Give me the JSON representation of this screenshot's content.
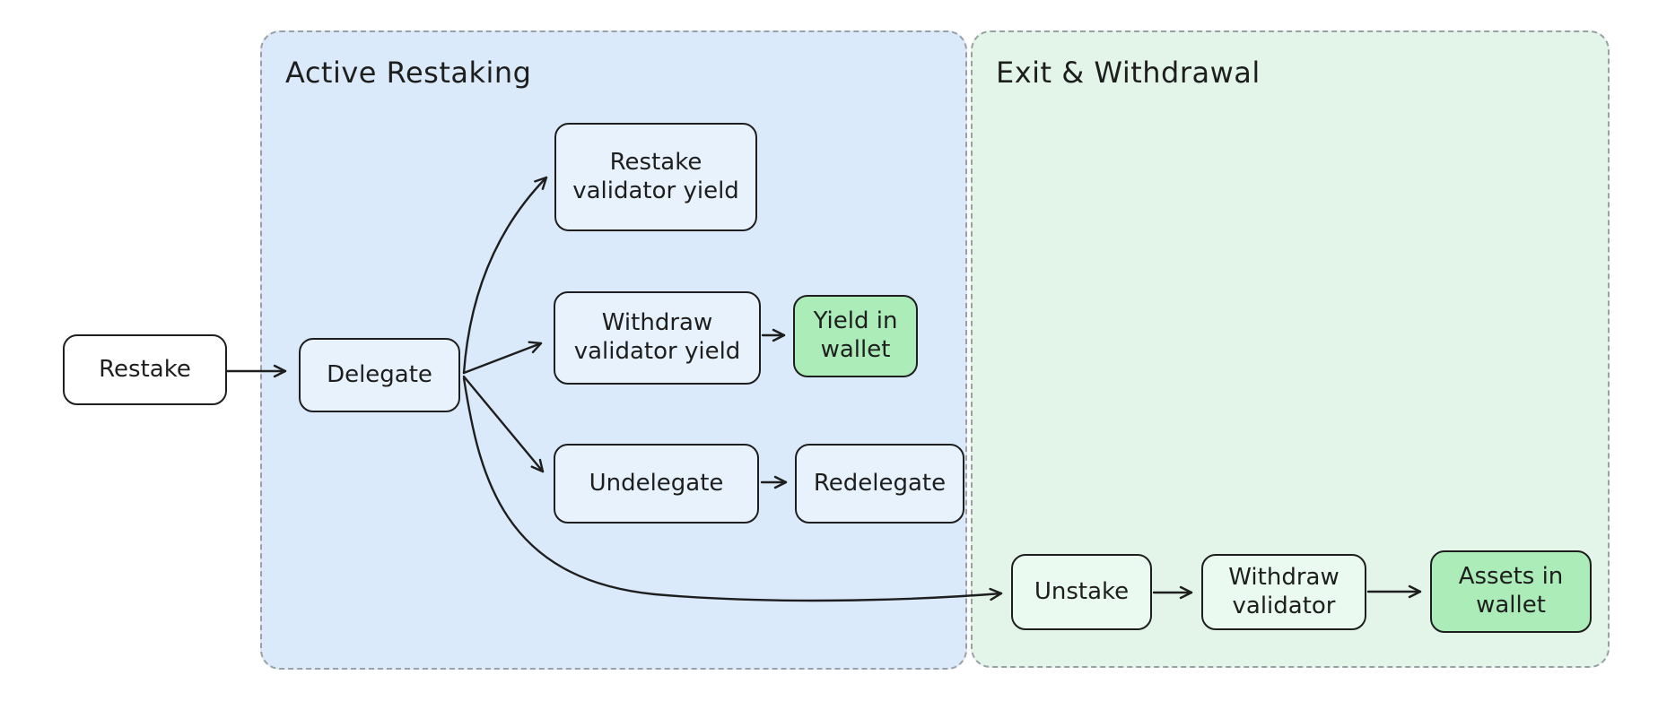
{
  "diagram": {
    "regions": [
      {
        "id": "active-restaking",
        "label": "Active Restaking",
        "fill": "#dbeafa",
        "border_color": "#9aa0a6"
      },
      {
        "id": "exit-withdrawal",
        "label": "Exit & Withdrawal",
        "fill": "#e2f5e8",
        "border_color": "#9aa0a6"
      }
    ],
    "nodes": [
      {
        "id": "restake",
        "label": "Restake",
        "fill": "#ffffff",
        "region": null
      },
      {
        "id": "delegate",
        "label": "Delegate",
        "fill": "#e7f2fd",
        "region": "active-restaking"
      },
      {
        "id": "restake-validator-yield",
        "label": "Restake\nvalidator yield",
        "fill": "#e7f2fd",
        "region": "active-restaking"
      },
      {
        "id": "withdraw-validator-yield",
        "label": "Withdraw\nvalidator yield",
        "fill": "#e7f2fd",
        "region": "active-restaking"
      },
      {
        "id": "yield-in-wallet",
        "label": "Yield in\nwallet",
        "fill": "#abecb8",
        "region": "active-restaking"
      },
      {
        "id": "undelegate",
        "label": "Undelegate",
        "fill": "#e7f2fd",
        "region": "active-restaking"
      },
      {
        "id": "redelegate",
        "label": "Redelegate",
        "fill": "#e7f2fd",
        "region": "active-restaking"
      },
      {
        "id": "unstake",
        "label": "Unstake",
        "fill": "#eafaf0",
        "region": "exit-withdrawal"
      },
      {
        "id": "withdraw-validator",
        "label": "Withdraw\nvalidator",
        "fill": "#eafaf0",
        "region": "exit-withdrawal"
      },
      {
        "id": "assets-in-wallet",
        "label": "Assets in\nwallet",
        "fill": "#abecb8",
        "region": "exit-withdrawal"
      }
    ],
    "edges": [
      {
        "from": "restake",
        "to": "delegate"
      },
      {
        "from": "delegate",
        "to": "restake-validator-yield"
      },
      {
        "from": "delegate",
        "to": "withdraw-validator-yield"
      },
      {
        "from": "delegate",
        "to": "undelegate"
      },
      {
        "from": "delegate",
        "to": "unstake"
      },
      {
        "from": "withdraw-validator-yield",
        "to": "yield-in-wallet"
      },
      {
        "from": "undelegate",
        "to": "redelegate"
      },
      {
        "from": "unstake",
        "to": "withdraw-validator"
      },
      {
        "from": "withdraw-validator",
        "to": "assets-in-wallet"
      }
    ],
    "colors": {
      "stroke": "#1e1e1e",
      "canvas_background": "#ffffff",
      "region_blue": "#dbeafa",
      "region_green": "#e2f5e8",
      "node_blue": "#e7f2fd",
      "node_green_light": "#eafaf0",
      "node_green_accent": "#abecb8",
      "dashed_border": "#9aa0a6"
    }
  }
}
